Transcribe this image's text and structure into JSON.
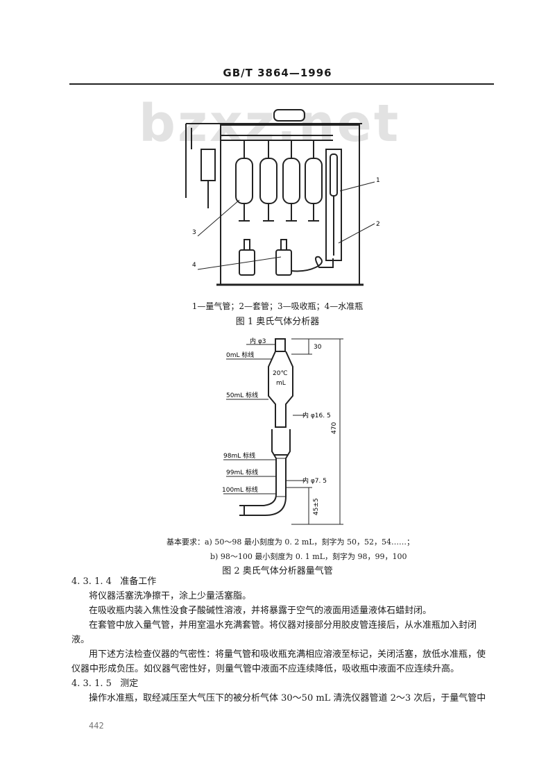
{
  "header": {
    "title": "GB/T 3864—1996"
  },
  "watermark": "bzxz.net",
  "figure1": {
    "callouts": [
      "1",
      "2",
      "3",
      "4"
    ],
    "legend": "1—量气管；2—套管；3—吸收瓶；4—水准瓶",
    "caption": "图 1   奥氏气体分析器"
  },
  "figure2": {
    "labels": {
      "inner3": "内 φ3",
      "dim30": "30",
      "zero_mark": "0mL 标线",
      "temp": "20℃",
      "unit": "mL",
      "mark50": "50mL 标线",
      "inner165": "内 φ16. 5",
      "dim470": "470",
      "mark98": "98mL 标线",
      "mark99": "99mL 标线",
      "inner75": "内 φ7. 5",
      "mark100": "100mL 标线",
      "dim45": "45±5"
    },
    "req_line1": "基本要求：a) 50～98 最小刻度为 0. 2 mL，刻字为 50，52，54……；",
    "req_line2": "b) 98～100 最小刻度为 0. 1 mL，刻字为 98，99，100",
    "caption": "图 2   奥氏气体分析器量气管"
  },
  "sections": {
    "s4314_num": "4. 3. 1. 4",
    "s4314_title": "准备工作",
    "p1": "将仪器活塞洗净擦干，涂上少量活塞脂。",
    "p2": "在吸收瓶内装入焦性没食子酸碱性溶液，并将暴露于空气的液面用适量液体石蜡封闭。",
    "p3a": "在套管中放入量气管，并用室温水充满套管。将仪器对接部分用胶皮管连接后，从水准瓶加入封闭",
    "p3b": "液。",
    "p4a": "用下述方法检查仪器的气密性：将量气管和吸收瓶充满相应溶液至标记，关闭活塞，放低水准瓶，使",
    "p4b": "仪器中形成负压。如仪器气密性好，则量气管中液面不应连续降低，吸收瓶中液面不应连续升高。",
    "s4315_num": "4. 3. 1. 5",
    "s4315_title": "测定",
    "p5": "操作水准瓶，取经减压至大气压下的被分析气体 30～50 mL 清洗仪器管道 2～3 次后，于量气管中"
  },
  "page_number": "442"
}
